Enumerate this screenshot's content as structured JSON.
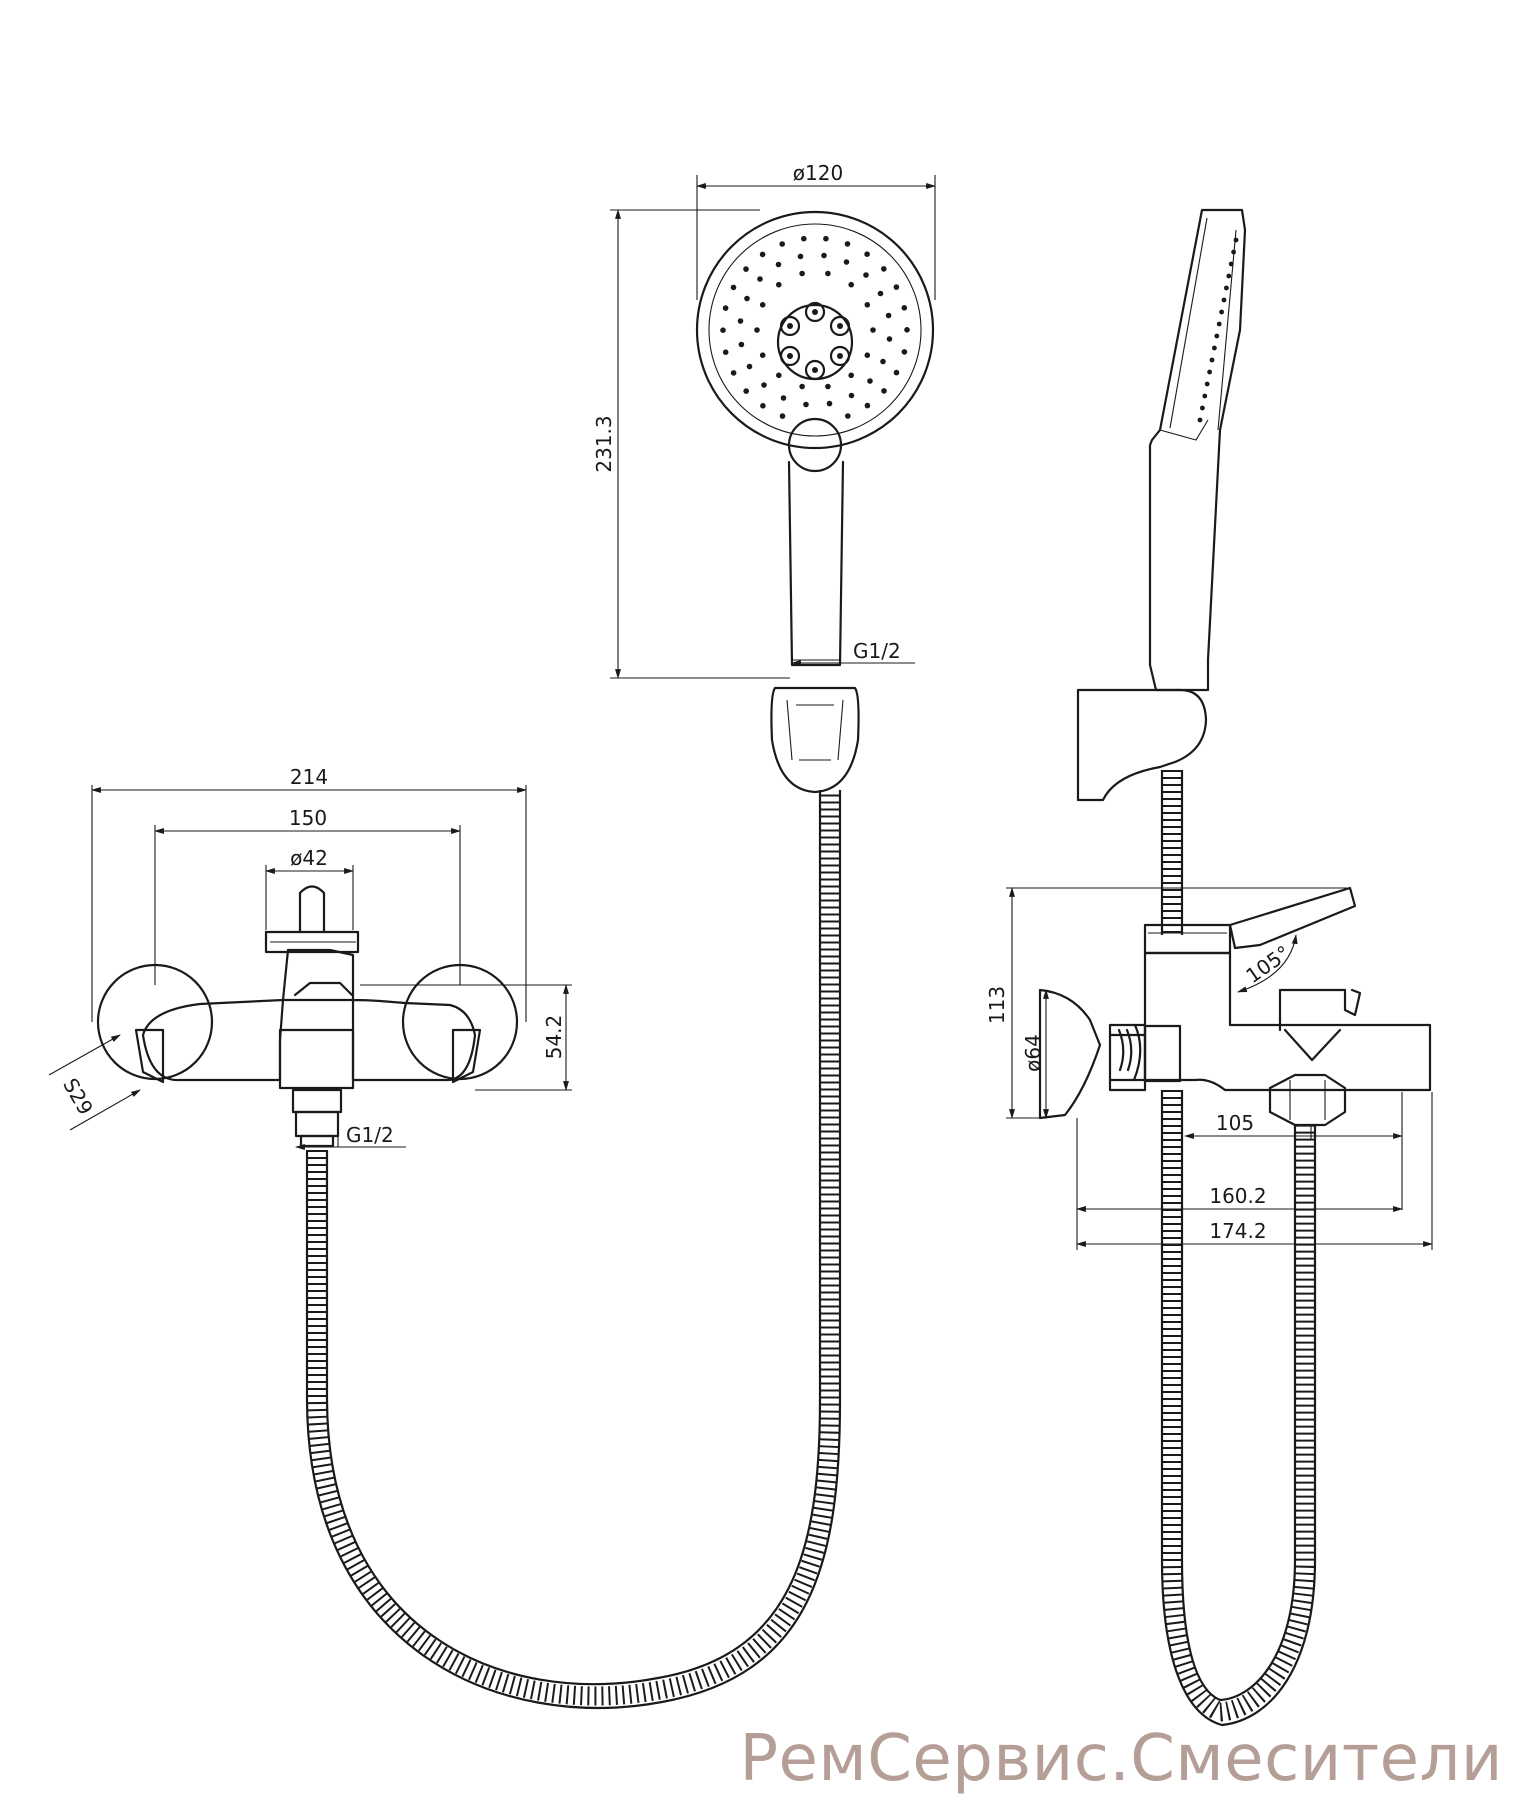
{
  "dimensions": {
    "head_diameter": "ø120",
    "handshower_length": "231.3",
    "thread_handshower": "G1/2",
    "overall_width": "214",
    "eccentric_spacing": "150",
    "cartridge_diameter": "ø42",
    "body_height": "54.2",
    "thread_inlet": "G1/2",
    "flange_size": "S29",
    "side_height": "113",
    "flange_diameter": "ø64",
    "lever_angle": "105°",
    "spout_reach_short": "105",
    "spout_reach_mid": "160.2",
    "spout_reach_total": "174.2"
  },
  "watermark": "РемСервис.Смесители"
}
